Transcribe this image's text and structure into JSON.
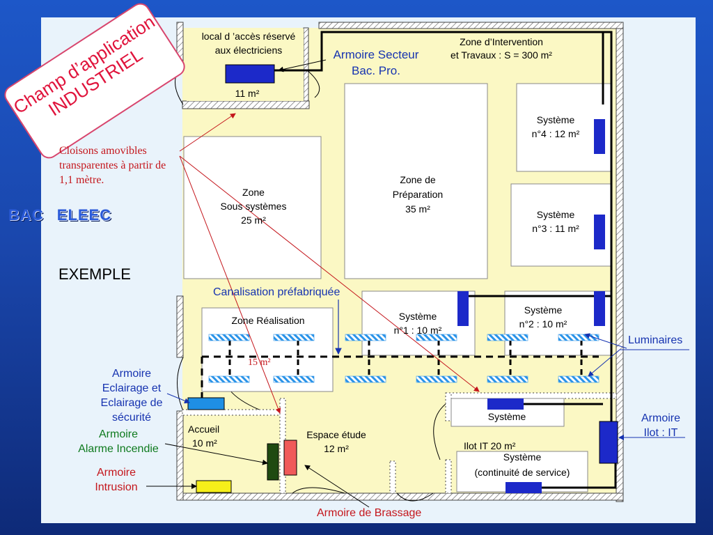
{
  "slide": {
    "badge_text": "Champ d’application\nINDUSTRIEL",
    "bac_title": "BAC  ELEEC",
    "exemple": "EXEMPLE",
    "cloisons_note": "Cloisons amovibles transparentes à partir de 1,1 mètre."
  },
  "rooms": {
    "local_title": "local d ’accès réservé",
    "local_sub": "aux électriciens",
    "local_area": "11 m²",
    "zone_intervention": "Zone d’Intervention",
    "zone_intervention_area": "et Travaux : S = 300 m²",
    "armoire_secteur": "Armoire Secteur",
    "bac_pro": "Bac. Pro.",
    "sous_systemes_1": "Zone",
    "sous_systemes_2": "Sous systèmes",
    "sous_systemes_3": "25 m²",
    "preparation_1": "Zone de",
    "preparation_2": "Préparation",
    "preparation_3": "35 m²",
    "sys4_1": "Système",
    "sys4_2": "n°4 : 12 m²",
    "sys3_1": "Système",
    "sys3_2": "n°3 : 11 m²",
    "sys1_1": "Système",
    "sys1_2": "n°1 : 10 m²",
    "sys2_1": "Système",
    "sys2_2": "n°2 : 10 m²",
    "zone_realisation": "Zone Réalisation",
    "realisation_area": "15 m²",
    "accueil_1": "Accueil",
    "accueil_2": "10 m²",
    "espace_1": "Espace étude",
    "espace_2": "12 m²",
    "systeme": "Système",
    "ilot_it": "Ilot IT 20 m²",
    "sys_cont_1": "Système",
    "sys_cont_2": "(continuité de service)"
  },
  "callouts": {
    "canalisation": "Canalisation préfabriquée",
    "luminaires": "Luminaires",
    "armoire_eclairage_1": "Armoire",
    "armoire_eclairage_2": "Eclairage et",
    "armoire_eclairage_3": "Eclairage de",
    "armoire_eclairage_4": "sécurité",
    "armoire_alarme_1": "Armoire",
    "armoire_alarme_2": "Alarme Incendie",
    "armoire_intrusion_1": "Armoire",
    "armoire_intrusion_2": "Intrusion",
    "armoire_it_1": "Armoire",
    "armoire_it_2": "Ilot : IT",
    "armoire_brassage": "Armoire de Brassage"
  },
  "colors": {
    "accent_blue": "#1633b0",
    "accent_red": "#c4161c",
    "accent_green": "#0e7a1e",
    "floor_yellow": "#fbf8c4",
    "cabinet_blue": "#1c29c9",
    "cabinet_light_blue": "#1f8fe4",
    "cabinet_green": "#1f4a10",
    "cabinet_red": "#f05a5a",
    "cabinet_yellow": "#f6ef1a"
  }
}
